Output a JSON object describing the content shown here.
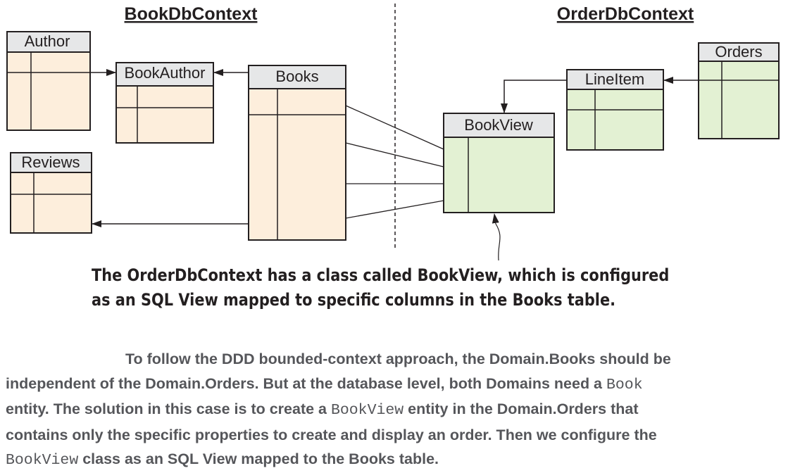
{
  "contexts": {
    "left_title": "BookDbContext",
    "right_title": "OrderDbContext"
  },
  "tables": {
    "author": "Author",
    "book_author": "BookAuthor",
    "books": "Books",
    "reviews": "Reviews",
    "book_view": "BookView",
    "line_item": "LineItem",
    "orders": "Orders"
  },
  "colors": {
    "book_context_fill": "#fdeedc",
    "order_context_fill": "#e3f1d3",
    "header_fill": "#e6e7e8",
    "line": "#231f20"
  },
  "caption": {
    "line1": "The OrderDbContext has a class called BookView, which is configured",
    "line2": "as an SQL View mapped to specific columns in the Books table."
  },
  "paragraph": {
    "l1": "To follow the DDD bounded-context approach, the Domain.Books should be",
    "l2a": "independent of the Domain.Orders. But at the database level, both Domains need a ",
    "l2code": "Book",
    "l3a": "entity. The solution in this case is to create a ",
    "l3code": "BookView",
    "l3b": " entity in the Domain.Orders that",
    "l4": "contains only the specific properties to create and display an order. Then we configure the",
    "l5code": "BookView",
    "l5b": " class as an SQL View mapped to the Books table."
  }
}
